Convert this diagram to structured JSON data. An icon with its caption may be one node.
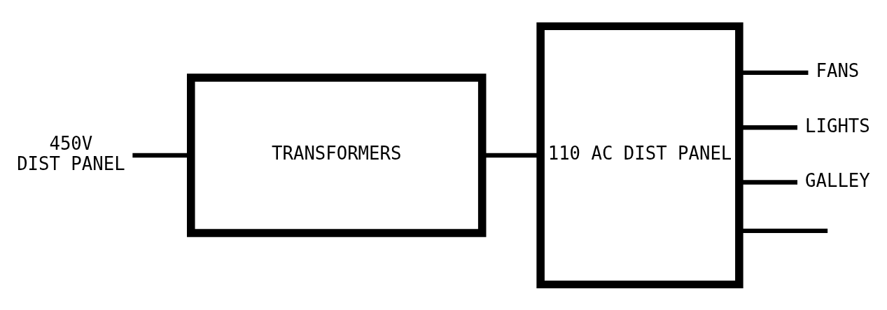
{
  "diagram": {
    "nodes": [
      {
        "text": [
          "450V",
          "DIST PANEL"
        ]
      },
      {
        "text": [
          "TRANSFORMERS"
        ]
      },
      {
        "text": [
          "110 AC DIST PANEL"
        ]
      },
      {
        "text": [
          "FANS"
        ]
      },
      {
        "text": [
          "LIGHTS"
        ]
      },
      {
        "text": [
          "GALLEY"
        ]
      }
    ],
    "edges": [
      {
        "from": 0,
        "to": 1,
        "arrow": "none"
      },
      {
        "from": 1,
        "to": 2,
        "arrow": "none"
      },
      {
        "from": 2,
        "to": 3,
        "arrow": "none"
      },
      {
        "from": 2,
        "to": 4,
        "arrow": "none"
      },
      {
        "from": 2,
        "to": 5,
        "arrow": "none"
      },
      {
        "from": 2,
        "to": null,
        "arrow": "none"
      }
    ]
  }
}
